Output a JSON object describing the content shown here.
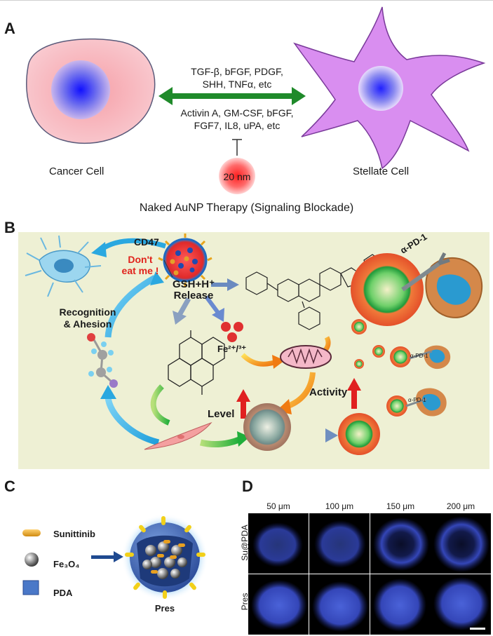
{
  "panel_a": {
    "label": "A",
    "arrow_top_line1": "TGF-β, bFGF, PDGF,",
    "arrow_top_line2": "SHH, TNFα, etc",
    "arrow_bottom_line1": "Activin A, GM-CSF, bFGF,",
    "arrow_bottom_line2": "FGF7, IL8, uPA, etc",
    "nanoparticle_label": "20 nm",
    "cancer_cell_label": "Cancer Cell",
    "stellate_cell_label": "Stellate Cell",
    "caption": "Naked AuNP Therapy (Signaling Blockade)"
  },
  "panel_b": {
    "label": "B",
    "cd47": "CD47",
    "dont_eat_line1": "Don't",
    "dont_eat_line2": "eat me !",
    "release_line1": "GSH+H⁺",
    "release_line2": "Release",
    "recognition_line1": "Recognition",
    "recognition_line2": "& Ahesion",
    "fe_label": "Fe²⁺/³⁺",
    "level_label": "Level",
    "activity_label": "Activity",
    "apd1_large": "α-PD-1",
    "apd1_small_1": "α-PD-1",
    "apd1_small_2": "α-PD-1",
    "colors": {
      "background": "#eef0d4",
      "arrow_blue": "#2aa8e0",
      "arrow_green": "#2fb43a",
      "arrow_orange": "#f39a1c",
      "arrow_red": "#e02020",
      "dont_eat_red": "#e0231c"
    }
  },
  "panel_c": {
    "label": "C",
    "legend": [
      {
        "icon": "capsule-icon",
        "text": "Sunittinib"
      },
      {
        "icon": "sphere-icon",
        "text": "Fe₃O₄"
      },
      {
        "icon": "square-icon",
        "text": "PDA"
      }
    ],
    "particle_label": "Pres"
  },
  "panel_d": {
    "label": "D",
    "columns": [
      "50 μm",
      "100 μm",
      "150 μm",
      "200 μm"
    ],
    "rows": [
      "Su@PDA",
      "Pres"
    ]
  }
}
